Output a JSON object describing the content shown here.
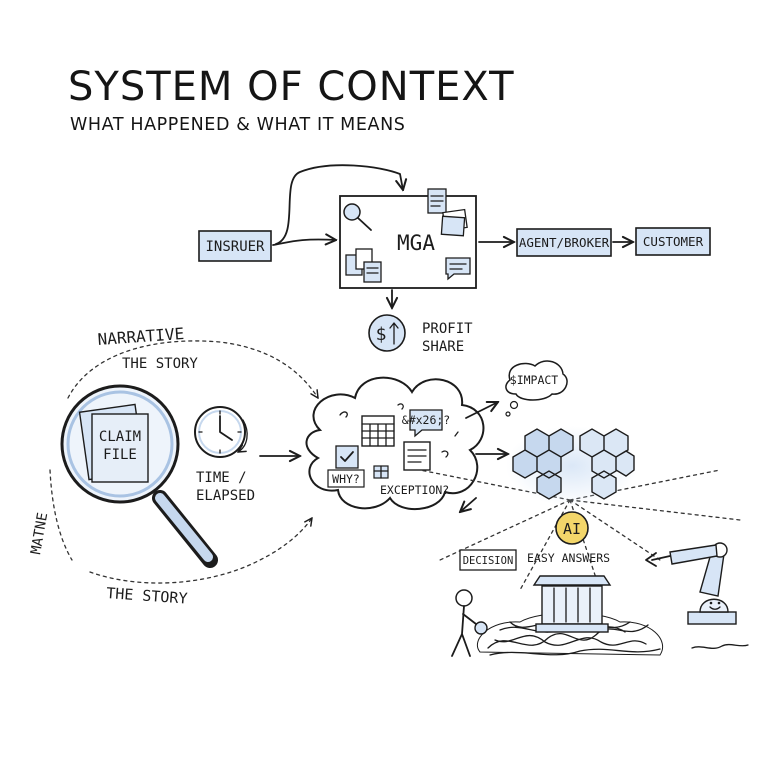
{
  "title": "SYSTEM OF CONTEXT",
  "subtitle": "WHAT HAPPENED & WHAT IT MEANS",
  "flow": {
    "insurer": "INSRUER",
    "mga": "MGA",
    "agent_broker": "AGENT/BROKER",
    "customer": "CUSTOMER",
    "profit_line1": "PROFIT",
    "profit_line2": "SHARE",
    "dollar_symbol": "$"
  },
  "left": {
    "narrative": "NARRATIVE",
    "story_top": "THE STORY",
    "story_bottom": "THE STORY",
    "side_label": "MATNE",
    "claim_line1": "CLAIM",
    "claim_line2": "FILE",
    "time_line1": "TIME /",
    "time_line2": "ELAPSED"
  },
  "cloud": {
    "why": "WHY?",
    "exception": "EXCEPTION?",
    "bubble": "&#x26;?"
  },
  "right": {
    "impact": "$IMPACT",
    "ai": "AI",
    "easy_answers": "EASY ANSWERS",
    "decision": "DECISION"
  },
  "colors": {
    "accent_blue": "#d7e5f6",
    "ai_gold": "#f3d66a",
    "ink": "#1c1c1c"
  }
}
